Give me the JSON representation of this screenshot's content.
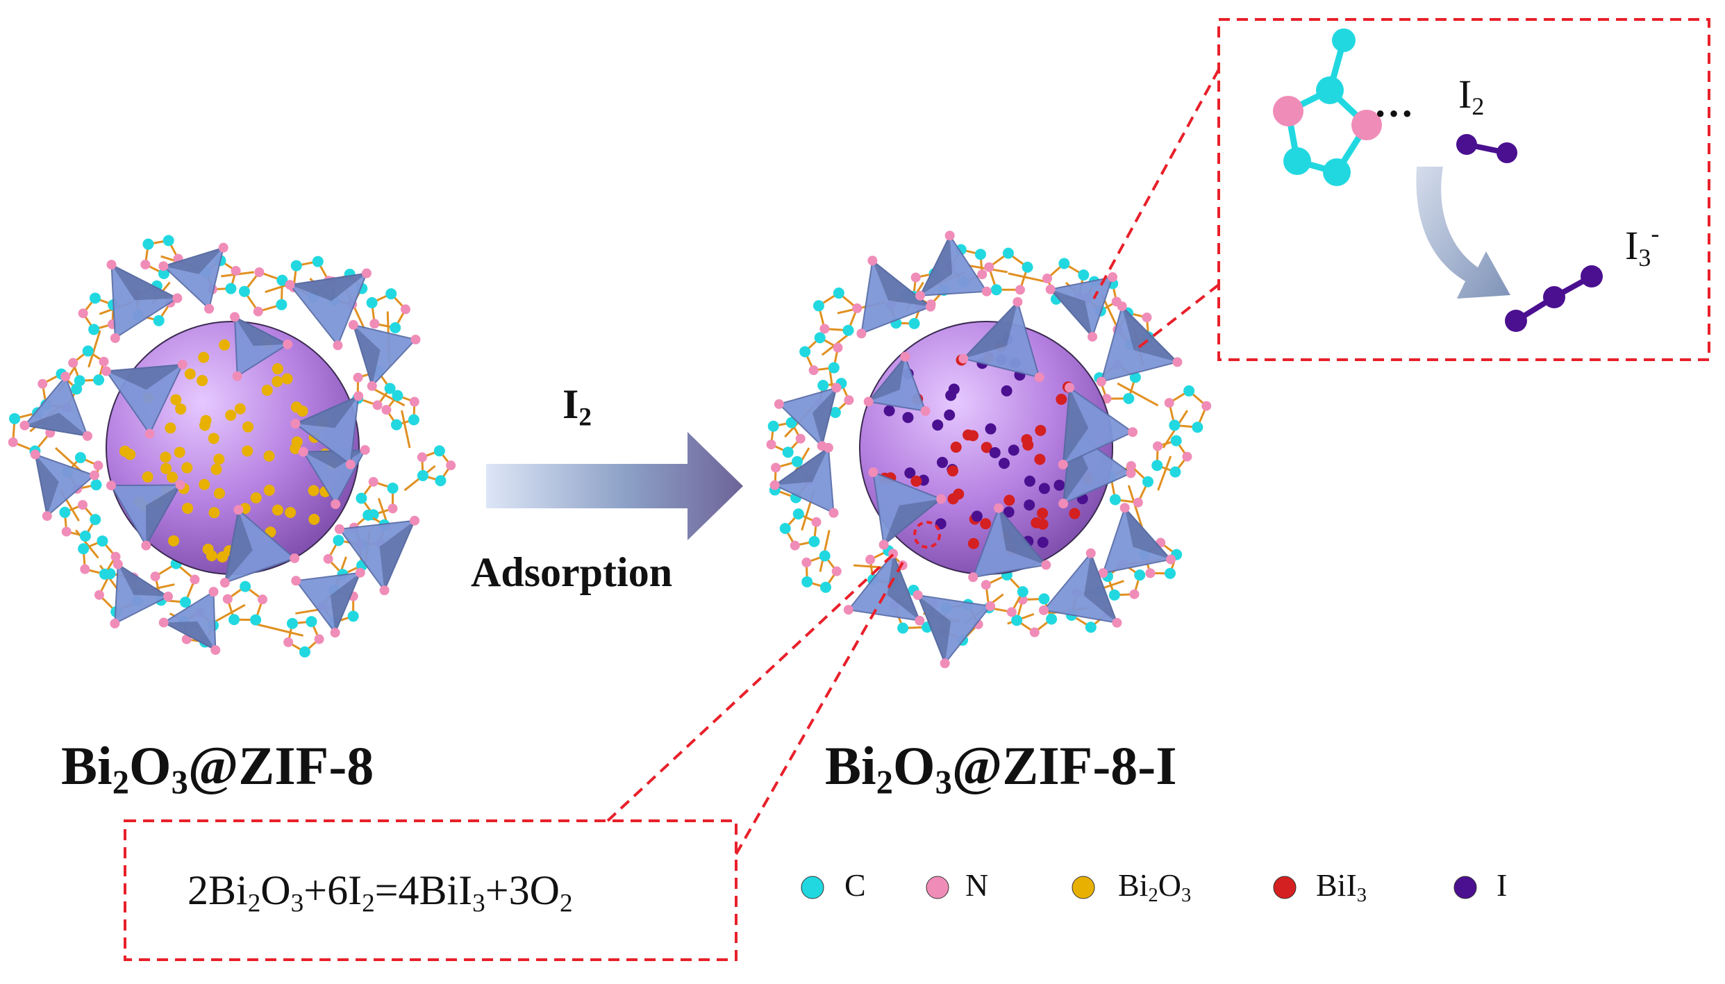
{
  "arrow": {
    "reagent_main": "I",
    "reagent_sub": "2",
    "process": "Adsorption"
  },
  "left_structure": {
    "label_parts": [
      "Bi",
      "2",
      "O",
      "3",
      "@ZIF-8"
    ],
    "particle_dot_color": "#E8B000"
  },
  "right_structure": {
    "label_parts": [
      "Bi",
      "2",
      "O",
      "3",
      "@ZIF-8-I"
    ],
    "particle_dot_colors": [
      "#D42020",
      "#4A1090"
    ]
  },
  "inset": {
    "i2_main": "I",
    "i2_sub": "2",
    "dots": "···",
    "i3_main": "I",
    "i3_sub": "3",
    "i3_sup": "-"
  },
  "equation": {
    "parts": [
      "2Bi",
      "2",
      "O",
      "3",
      "+6I",
      "2",
      "=4BiI",
      "3",
      "+3O",
      "2"
    ]
  },
  "legend": [
    {
      "label_main": "C",
      "label_sub": "",
      "label_tail": "",
      "color": "#22D8E0"
    },
    {
      "label_main": "N",
      "label_sub": "",
      "label_tail": "",
      "color": "#F08CB8"
    },
    {
      "label_main": "Bi",
      "label_sub": "2",
      "label_tail": "O",
      "label_sub2": "3",
      "color": "#E8B000"
    },
    {
      "label_main": "BiI",
      "label_sub": "3",
      "label_tail": "",
      "color": "#D42020"
    },
    {
      "label_main": "I",
      "label_sub": "",
      "label_tail": "",
      "color": "#4A1090"
    }
  ],
  "colors": {
    "frame_dash": "#E8202A",
    "sphere": "#B47FE0",
    "polyhedron": "#7E96D8",
    "bond": "#E09020",
    "carbon": "#22D8E0",
    "nitrogen": "#F08CB8",
    "iodine": "#4A1090"
  }
}
